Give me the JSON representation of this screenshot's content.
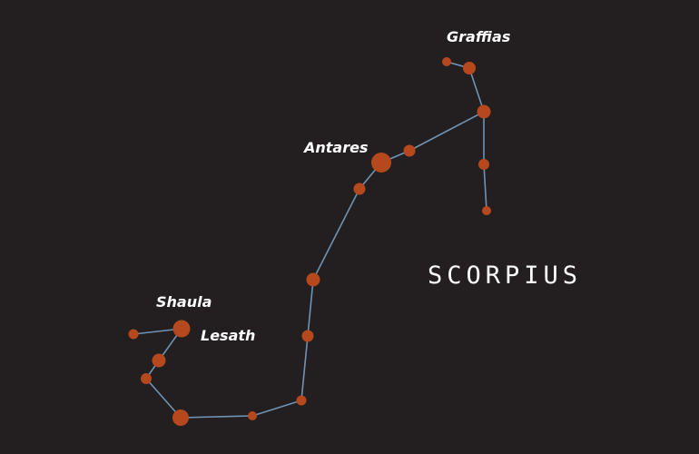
{
  "labels": {
    "graffias": "Graffias",
    "antares": "Antares",
    "shaula": "Shaula",
    "lesath": "Lesath"
  },
  "constellation_name": "SCORPIUS",
  "colors": {
    "background": "#231f20",
    "star": "#b5481c",
    "line": "#6e93b5",
    "text": "#ffffff"
  }
}
